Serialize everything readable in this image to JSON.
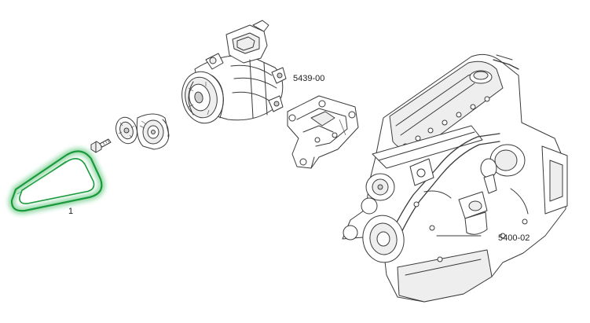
{
  "labels": {
    "belt": "1",
    "bracket": "5439-00",
    "engine": "5400-02"
  },
  "colors": {
    "highlight": "#22b14c",
    "line": "#3a3a3a",
    "background": "#ffffff"
  }
}
